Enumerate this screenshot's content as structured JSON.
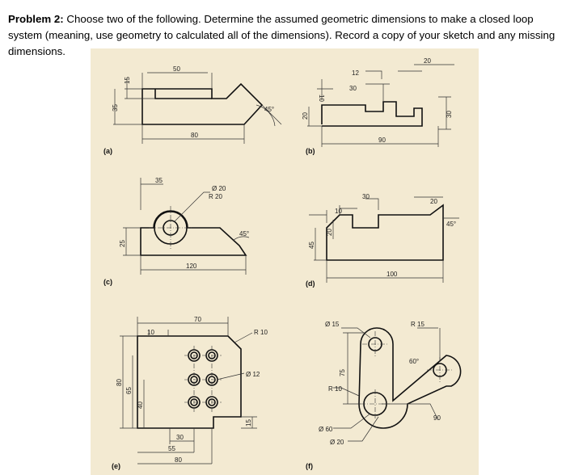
{
  "problem": {
    "heading": "Problem 2:",
    "text": "Choose two of the following. Determine the assumed geometric dimensions to make a closed loop system (meaning, use geometry to calculated all of the dimensions). Record a copy of your sketch and any missing dimensions."
  },
  "figures": {
    "a": {
      "label": "(a)",
      "dims": {
        "d50": "50",
        "d15": "15",
        "d35": "35",
        "d80": "80",
        "d45": "45°"
      }
    },
    "b": {
      "label": "(b)",
      "dims": {
        "d12": "12",
        "d20top": "20",
        "d30": "30",
        "d10": "10",
        "d20left": "20",
        "d90": "90",
        "d30right": "30"
      }
    },
    "c": {
      "label": "(c)",
      "dims": {
        "d35": "35",
        "dia20": "Ø 20",
        "r20": "R 20",
        "d25": "25",
        "d45": "45°",
        "d120": "120"
      }
    },
    "d": {
      "label": "(d)",
      "dims": {
        "d30": "30",
        "d10": "10",
        "d20top": "20",
        "d45deg": "45°",
        "d20left": "20",
        "d45": "45",
        "d100": "100"
      }
    },
    "e": {
      "label": "(e)",
      "dims": {
        "d70": "70",
        "d10": "10",
        "r10": "R 10",
        "dia12": "Ø 12",
        "d80left": "80",
        "d65": "65",
        "d40": "40",
        "d15": "15",
        "d30": "30",
        "d55": "55",
        "d80bottom": "80"
      }
    },
    "f": {
      "label": "(f)",
      "dims": {
        "dia15": "Ø 15",
        "r15": "R 15",
        "d60": "60°",
        "d75": "75",
        "r10": "R 10",
        "dia60": "Ø 60",
        "dia20": "Ø 20",
        "d90": "90"
      }
    }
  }
}
